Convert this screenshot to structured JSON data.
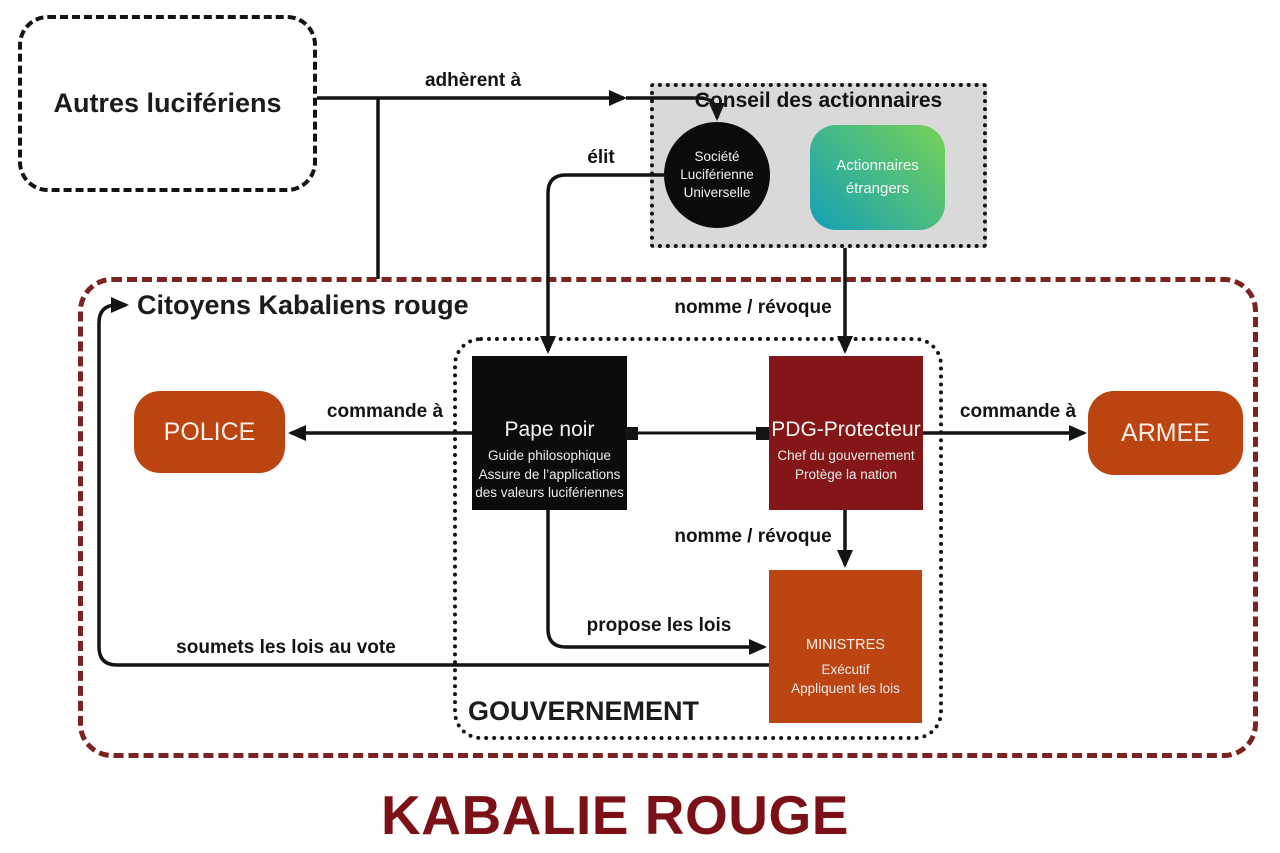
{
  "page_title": "KABALIE ROUGE",
  "colors": {
    "orange_node": "#bc4410",
    "dark_red_node": "#851617",
    "maroon_dashed_border": "#7c2220",
    "title_red": "#7b1117",
    "panel_gray": "#d9d9d9",
    "gradient_start": "#14a0b6",
    "gradient_end": "#77d257",
    "black_node": "#0b0b0b"
  },
  "nodes": {
    "autres_luciferiens": {
      "label": "Autres lucifériens"
    },
    "conseil": {
      "title": "Conseil des actionnaires",
      "societe_luciferienne": {
        "lines": [
          "Société",
          "Luciférienne",
          "Universelle"
        ]
      },
      "actionnaires_etrangers": {
        "lines": [
          "Actionnaires",
          "étrangers"
        ]
      }
    },
    "citoyens": {
      "label": "Citoyens Kabaliens rouge"
    },
    "gouvernement": {
      "label": "GOUVERNEMENT"
    },
    "pape_noir": {
      "title": "Pape noir",
      "sub": [
        "Guide philosophique",
        "Assure de l’applications",
        "des valeurs lucifériennes"
      ]
    },
    "pdg_protecteur": {
      "title": "PDG-Protecteur",
      "sub": [
        "Chef du gouvernement",
        "Protège la nation"
      ]
    },
    "ministres": {
      "title": "MINISTRES",
      "sub": [
        "Exécutif",
        "Appliquent les lois"
      ]
    },
    "police": {
      "label": "POLICE"
    },
    "armee": {
      "label": "ARMEE"
    }
  },
  "edges": {
    "adherent": {
      "label": "adhèrent à"
    },
    "elit": {
      "label": "élit"
    },
    "nomme_revoque_haut": {
      "label": "nomme / révoque"
    },
    "nomme_revoque_bas": {
      "label": "nomme / révoque"
    },
    "commande_police": {
      "label": "commande à"
    },
    "commande_armee": {
      "label": "commande à"
    },
    "propose_lois": {
      "label": "propose les lois"
    },
    "soumets_lois": {
      "label": "soumets les lois au vote"
    }
  }
}
